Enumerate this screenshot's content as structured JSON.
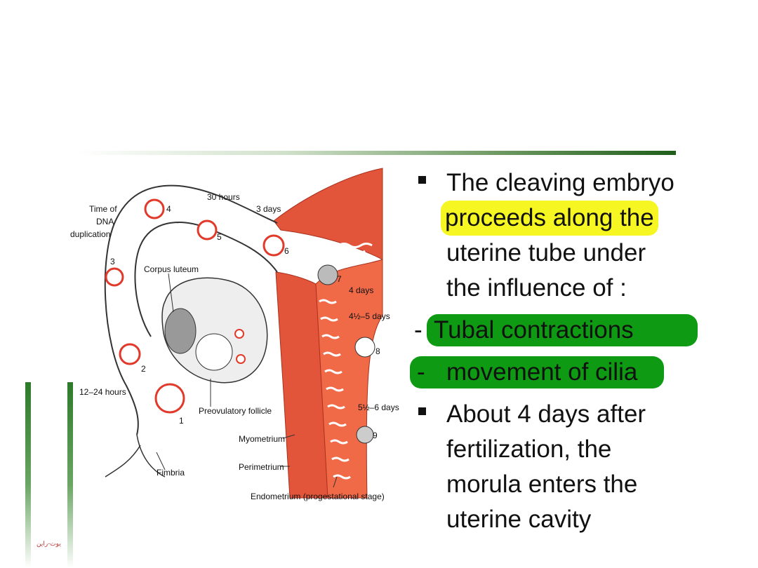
{
  "diagram": {
    "labels": {
      "dna": [
        "Time of",
        "DNA",
        "duplication"
      ],
      "hours30": "30 hours",
      "days3": "3 days",
      "days4": "4 days",
      "days45": "4½–5 days",
      "days56": "5½–6 days",
      "hours1224": "12–24 hours",
      "corpus": "Corpus luteum",
      "preov": "Preovulatory follicle",
      "myo": "Myometrium",
      "peri": "Perimetrium",
      "fimbria": "Fimbria",
      "endo": "Endometrium (progestational stage)"
    },
    "stages": [
      "1",
      "2",
      "3",
      "4",
      "5",
      "6",
      "7",
      "8",
      "9"
    ]
  },
  "text": {
    "bullet1": [
      "The cleaving embryo",
      "proceeds along the",
      "uterine tube under",
      "the influence of :"
    ],
    "dash1_prefix": "-",
    "dash1": "Tubal contractions",
    "dash2_prefix": "-",
    "dash2_hl": "movement of cili",
    "dash2_rest": "a",
    "bullet2": [
      "About 4 days after",
      "fertilization, the",
      "morula enters the",
      "uterine cavity"
    ]
  },
  "footer": "یوت-راین",
  "colors": {
    "green": "#0e9a12",
    "yellow": "#f6f722",
    "uterus": "#e2553a",
    "stage_ring": "#e23a2a"
  }
}
